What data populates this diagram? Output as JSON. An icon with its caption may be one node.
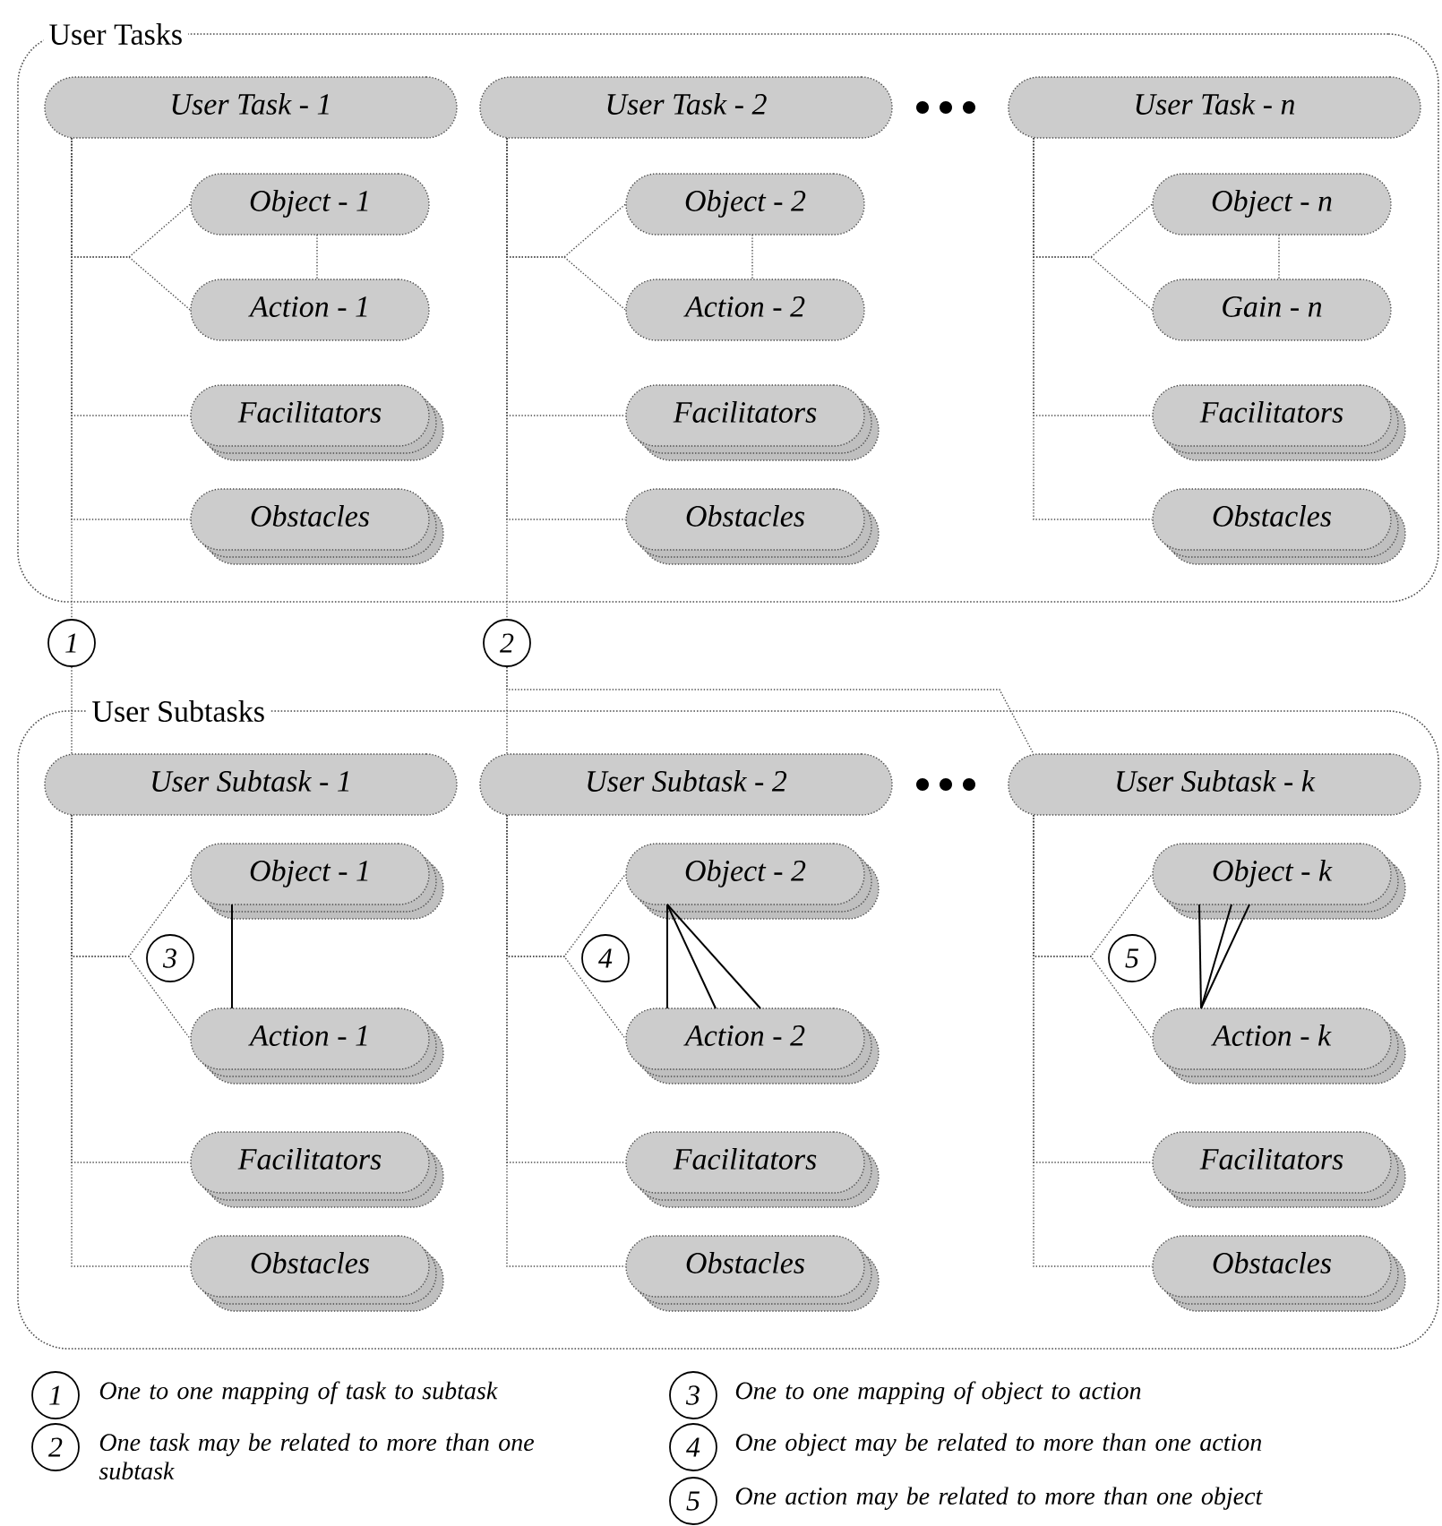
{
  "diagram": {
    "nodes": [
      {
        "text": [
          "User Tasks"
        ]
      },
      {
        "text": [
          "User Task - 1"
        ],
        "in": 0
      },
      {
        "text": [
          "Object - 1"
        ],
        "in": 0
      },
      {
        "text": [
          "Action - 1"
        ],
        "in": 0
      },
      {
        "text": [
          "Facilitators"
        ],
        "in": 0
      },
      {
        "text": [
          "Obstacles"
        ],
        "in": 0
      },
      {
        "text": [
          "User Task - 2"
        ],
        "in": 0
      },
      {
        "text": [
          "Object - 2"
        ],
        "in": 0
      },
      {
        "text": [
          "Action - 2"
        ],
        "in": 0
      },
      {
        "text": [
          "Facilitators"
        ],
        "in": 0
      },
      {
        "text": [
          "Obstacles"
        ],
        "in": 0
      },
      {
        "text": [
          "User Task - n"
        ],
        "in": 0
      },
      {
        "text": [
          "Object - n"
        ],
        "in": 0
      },
      {
        "text": [
          "Gain - n"
        ],
        "in": 0
      },
      {
        "text": [
          "Facilitators"
        ],
        "in": 0
      },
      {
        "text": [
          "Obstacles"
        ],
        "in": 0
      },
      {
        "text": [
          "1"
        ]
      },
      {
        "text": [
          "2"
        ]
      },
      {
        "text": [
          "User Subtasks"
        ]
      },
      {
        "text": [
          "User Subtask - 1"
        ],
        "in": 18
      },
      {
        "text": [
          "Object - 1"
        ],
        "in": 18
      },
      {
        "text": [
          "Action - 1"
        ],
        "in": 18
      },
      {
        "text": [
          "Facilitators"
        ],
        "in": 18
      },
      {
        "text": [
          "Obstacles"
        ],
        "in": 18
      },
      {
        "text": [
          "3"
        ],
        "in": 18
      },
      {
        "text": [
          "User Subtask - 2"
        ],
        "in": 18
      },
      {
        "text": [
          "Object - 2"
        ],
        "in": 18
      },
      {
        "text": [
          "Action - 2"
        ],
        "in": 18
      },
      {
        "text": [
          "Facilitators"
        ],
        "in": 18
      },
      {
        "text": [
          "Obstacles"
        ],
        "in": 18
      },
      {
        "text": [
          "4"
        ],
        "in": 18
      },
      {
        "text": [
          "User Subtask - k"
        ],
        "in": 18
      },
      {
        "text": [
          "Object - k"
        ],
        "in": 18
      },
      {
        "text": [
          "Action - k"
        ],
        "in": 18
      },
      {
        "text": [
          "Facilitators"
        ],
        "in": 18
      },
      {
        "text": [
          "Obstacles"
        ],
        "in": 18
      },
      {
        "text": [
          "5"
        ],
        "in": 18
      }
    ],
    "edges": [
      {
        "from": 1,
        "to": 2,
        "arrow": "none",
        "style": "dashed"
      },
      {
        "from": 1,
        "to": 3,
        "arrow": "none",
        "style": "dashed"
      },
      {
        "from": 2,
        "to": 3,
        "arrow": "none",
        "style": "dashed"
      },
      {
        "from": 1,
        "to": 4,
        "arrow": "none",
        "style": "dashed"
      },
      {
        "from": 1,
        "to": 5,
        "arrow": "none",
        "style": "dashed"
      },
      {
        "from": 6,
        "to": 7,
        "arrow": "none",
        "style": "dashed"
      },
      {
        "from": 6,
        "to": 8,
        "arrow": "none",
        "style": "dashed"
      },
      {
        "from": 7,
        "to": 8,
        "arrow": "none",
        "style": "dashed"
      },
      {
        "from": 6,
        "to": 9,
        "arrow": "none",
        "style": "dashed"
      },
      {
        "from": 6,
        "to": 10,
        "arrow": "none",
        "style": "dashed"
      },
      {
        "from": 11,
        "to": 12,
        "arrow": "none",
        "style": "dashed"
      },
      {
        "from": 11,
        "to": 13,
        "arrow": "none",
        "style": "dashed"
      },
      {
        "from": 12,
        "to": 13,
        "arrow": "none",
        "style": "dashed"
      },
      {
        "from": 11,
        "to": 14,
        "arrow": "none",
        "style": "dashed"
      },
      {
        "from": 11,
        "to": 15,
        "arrow": "none",
        "style": "dashed"
      },
      {
        "from": 1,
        "to": 16,
        "arrow": "none",
        "style": "dashed"
      },
      {
        "from": 16,
        "to": 19,
        "arrow": "none",
        "style": "dashed"
      },
      {
        "from": 6,
        "to": 17,
        "arrow": "none",
        "style": "dashed"
      },
      {
        "from": 17,
        "to": 25,
        "arrow": "none",
        "style": "dashed"
      },
      {
        "from": 17,
        "to": 31,
        "arrow": "none",
        "style": "dashed"
      },
      {
        "from": 19,
        "to": 20,
        "arrow": "none",
        "style": "dashed"
      },
      {
        "from": 19,
        "to": 21,
        "arrow": "none",
        "style": "dashed"
      },
      {
        "from": 19,
        "to": 22,
        "arrow": "none",
        "style": "dashed"
      },
      {
        "from": 19,
        "to": 23,
        "arrow": "none",
        "style": "dashed"
      },
      {
        "from": 20,
        "to": 21,
        "arrow": "none",
        "color": "#000000"
      },
      {
        "from": 25,
        "to": 26,
        "arrow": "none",
        "style": "dashed"
      },
      {
        "from": 25,
        "to": 27,
        "arrow": "none",
        "style": "dashed"
      },
      {
        "from": 25,
        "to": 28,
        "arrow": "none",
        "style": "dashed"
      },
      {
        "from": 25,
        "to": 29,
        "arrow": "none",
        "style": "dashed"
      },
      {
        "from": 26,
        "to": 27,
        "arrow": "none",
        "color": "#000000"
      },
      {
        "from": 26,
        "to": 27,
        "arrow": "none",
        "color": "#000000"
      },
      {
        "from": 26,
        "to": 27,
        "arrow": "none",
        "color": "#000000"
      },
      {
        "from": 31,
        "to": 32,
        "arrow": "none",
        "style": "dashed"
      },
      {
        "from": 31,
        "to": 33,
        "arrow": "none",
        "style": "dashed"
      },
      {
        "from": 31,
        "to": 34,
        "arrow": "none",
        "style": "dashed"
      },
      {
        "from": 31,
        "to": 35,
        "arrow": "none",
        "style": "dashed"
      },
      {
        "from": 32,
        "to": 33,
        "arrow": "none",
        "color": "#000000"
      },
      {
        "from": 32,
        "to": 33,
        "arrow": "none",
        "color": "#000000"
      },
      {
        "from": 32,
        "to": 33,
        "arrow": "none",
        "color": "#000000"
      }
    ],
    "labels": [
      "1",
      "One to one mapping of task to subtask",
      "2",
      "One task may be related to more than one subtask",
      "3",
      "One to one mapping of object to action",
      "4",
      "One object may be related to more than one action",
      "5",
      "One action may be related to more than one object"
    ]
  }
}
